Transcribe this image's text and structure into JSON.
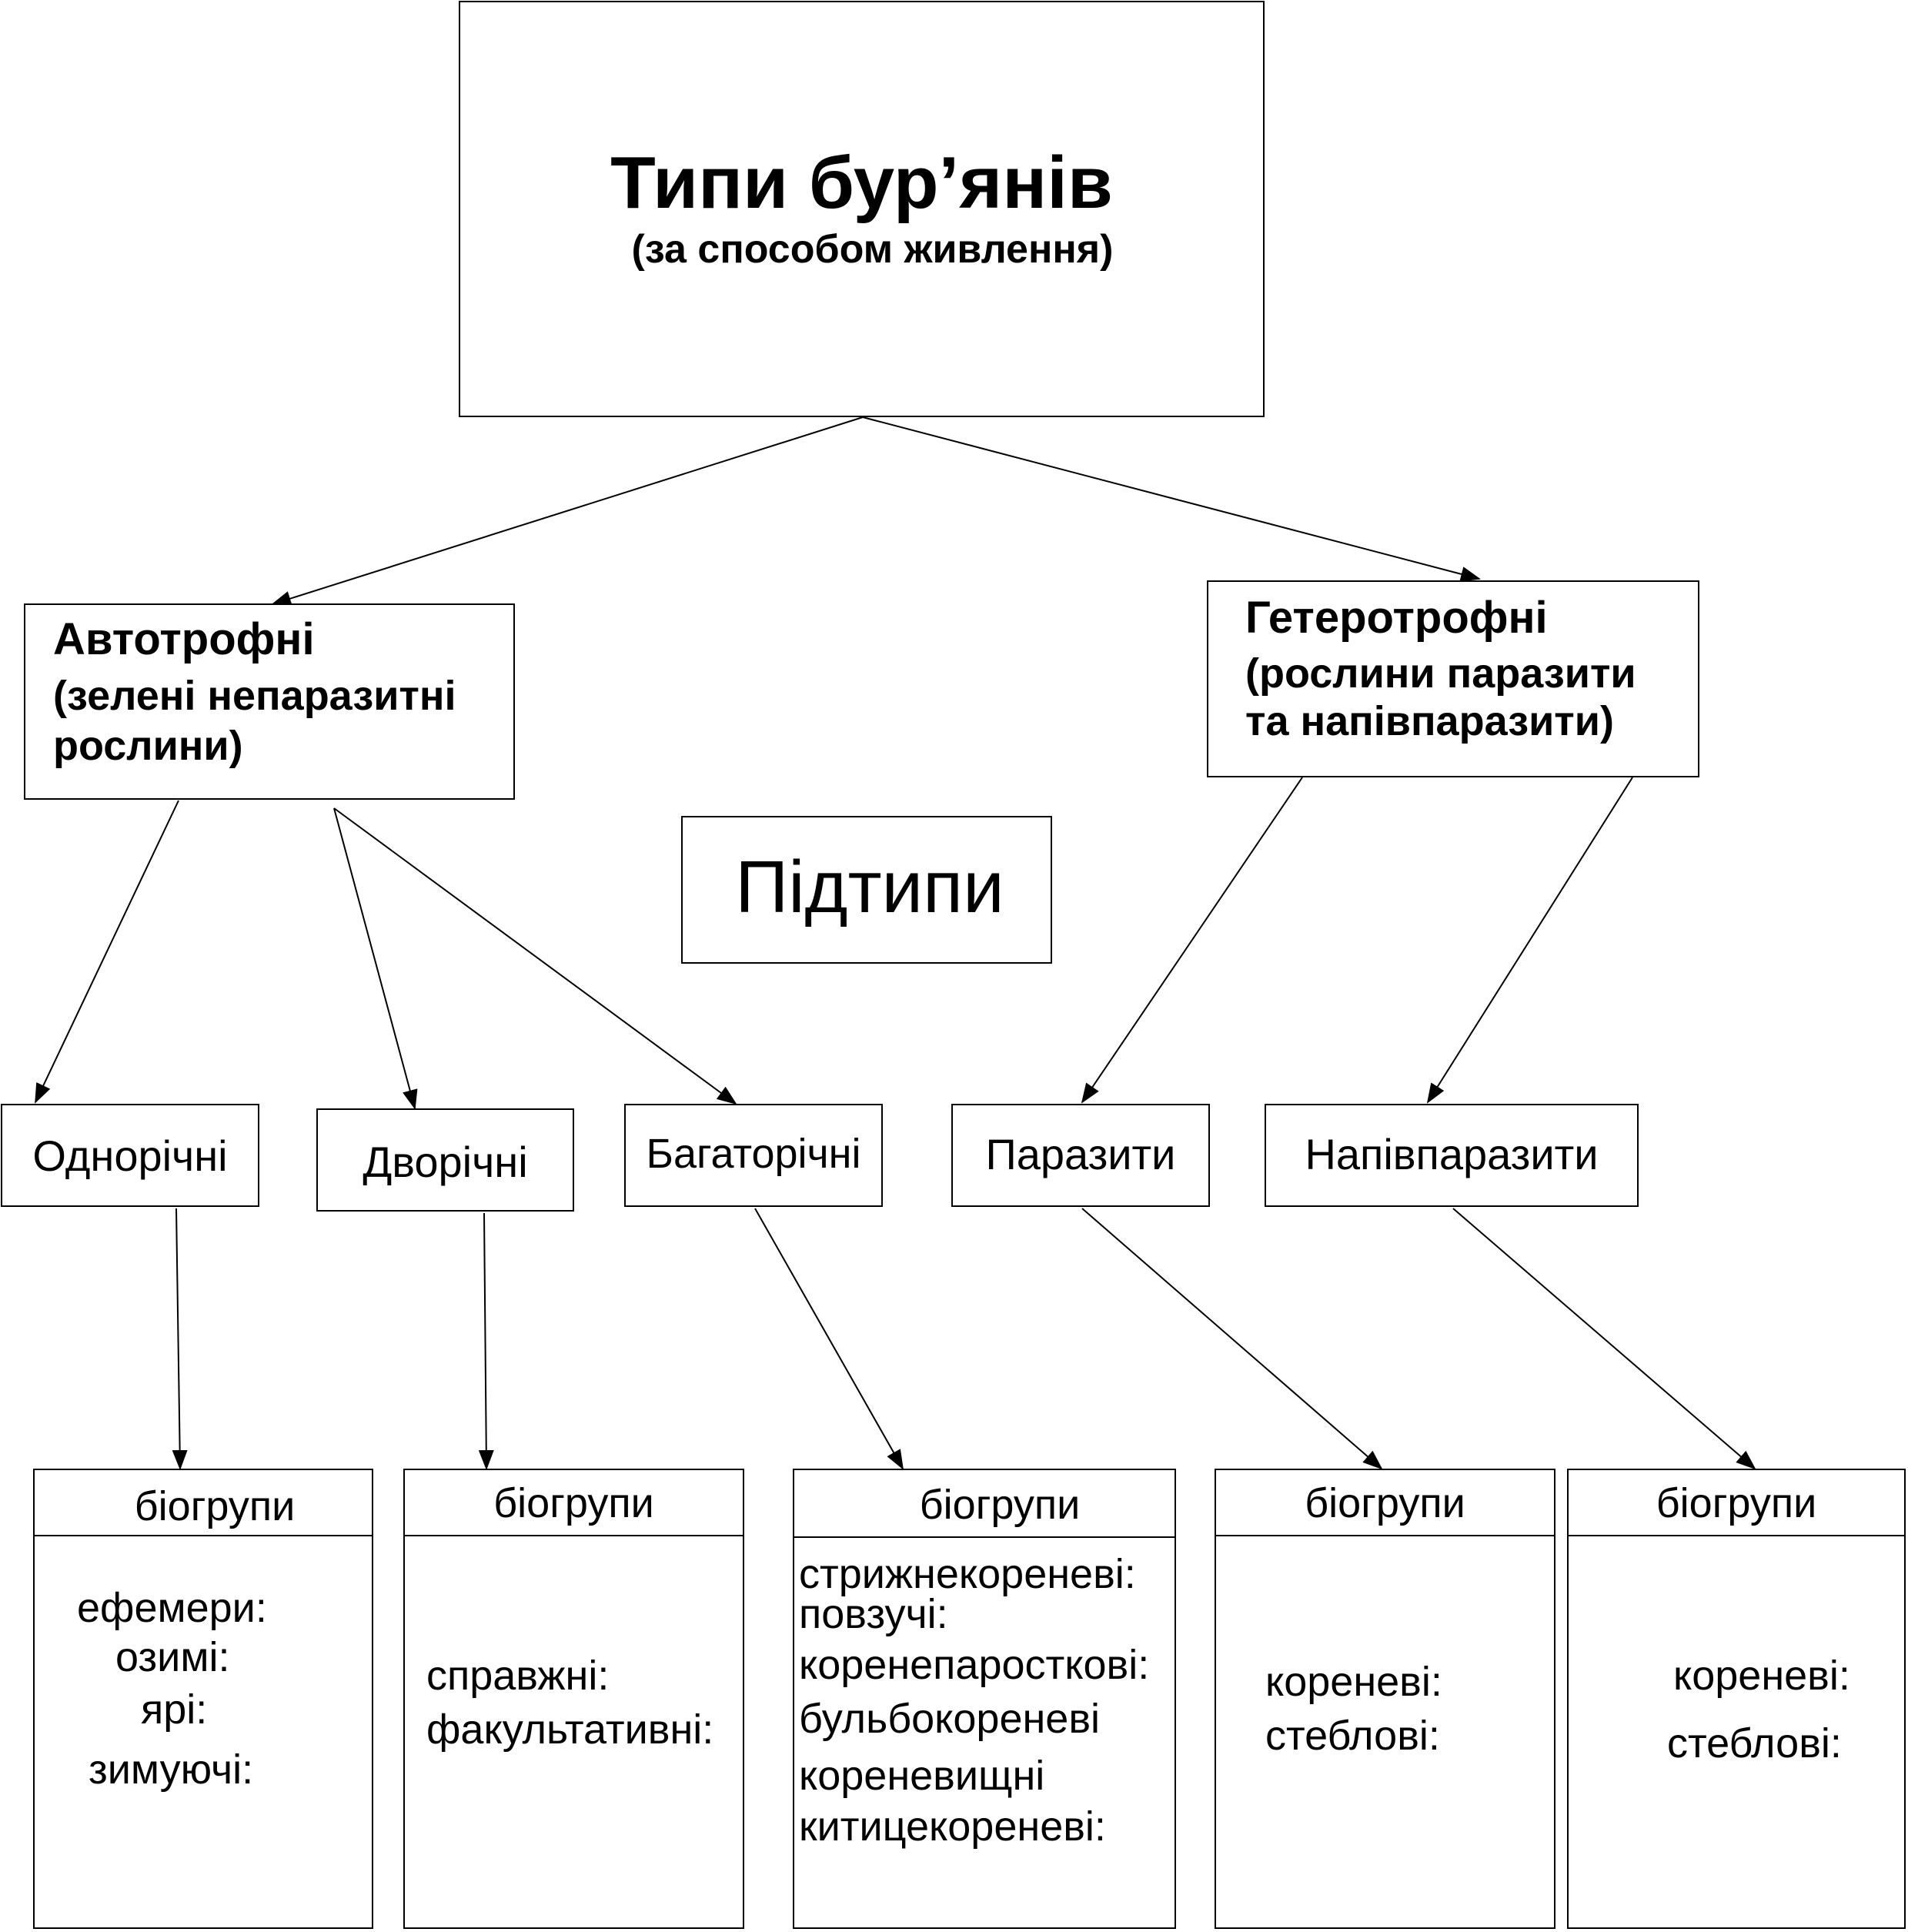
{
  "root": {
    "title": "Типи бур’янів",
    "subtitle": "(за способом живлення)"
  },
  "autotrophic": {
    "title": "Автотрофні",
    "lines": [
      "(зелені непаразитні",
      "рослини)"
    ]
  },
  "heterotrophic": {
    "title": "Гетеротрофні",
    "lines": [
      "(рослини паразити",
      "та напівпаразити)"
    ]
  },
  "subtypes_label": "Підтипи",
  "subtypes": [
    "Однорічні",
    "Дворічні",
    "Багаторічні",
    "Паразити",
    "Напівпаразити"
  ],
  "biogroups": [
    {
      "header": "біогрупи",
      "items": [
        "ефемери:",
        "озимі:",
        "ярі:",
        "зимуючі:"
      ]
    },
    {
      "header": "біогрупи",
      "items": [
        "справжні:",
        "факультативні:"
      ]
    },
    {
      "header": "біогрупи",
      "items": [
        "стрижнекореневі:",
        "повзучі:",
        "коренепаросткові:",
        "бульбокореневі",
        "кореневищні",
        "китицекореневі:"
      ]
    },
    {
      "header": "біогрупи",
      "items": [
        "кореневі:",
        "стеблові:"
      ]
    },
    {
      "header": "біогрупи",
      "items": [
        "кореневі:",
        "стеблові:"
      ]
    }
  ]
}
